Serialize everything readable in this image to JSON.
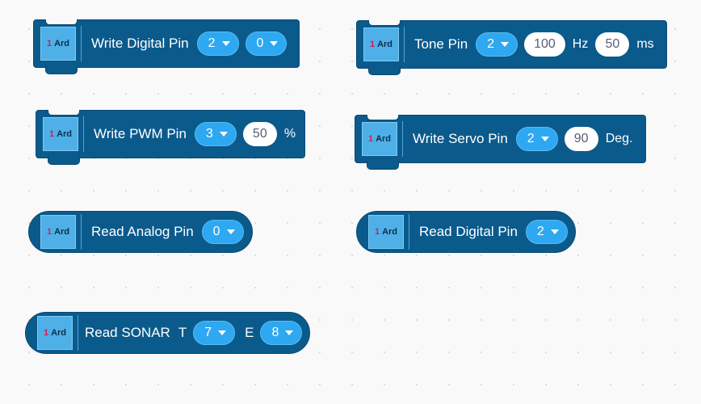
{
  "blocks": {
    "write_digital": {
      "ext_num": "1",
      "ext_text": "Ard",
      "label": "Write Digital Pin",
      "pin": "2",
      "value": "0"
    },
    "tone": {
      "ext_num": "1",
      "ext_text": "Ard",
      "label": "Tone Pin",
      "pin": "2",
      "freq": "100",
      "freq_unit": "Hz",
      "duration": "50",
      "duration_unit": "ms"
    },
    "write_pwm": {
      "ext_num": "1",
      "ext_text": "Ard",
      "label": "Write PWM Pin",
      "pin": "3",
      "value": "50",
      "unit": "%"
    },
    "write_servo": {
      "ext_num": "1",
      "ext_text": "Ard",
      "label": "Write Servo Pin",
      "pin": "2",
      "angle": "90",
      "unit": "Deg."
    },
    "read_analog": {
      "ext_num": "1",
      "ext_text": "Ard",
      "label": "Read Analog Pin",
      "pin": "0"
    },
    "read_digital": {
      "ext_num": "1",
      "ext_text": "Ard",
      "label": "Read Digital Pin",
      "pin": "2"
    },
    "read_sonar": {
      "ext_num": "1",
      "ext_text": "Ard",
      "label": "Read SONAR",
      "trig_label": "T",
      "trig": "7",
      "echo_label": "E",
      "echo": "8"
    }
  },
  "colors": {
    "block_bg": "#0b5a8c",
    "dropdown_bg": "#2ea8f0",
    "extension_icon_bg": "#4fb0e8",
    "canvas_bg": "#f9f9f9"
  }
}
